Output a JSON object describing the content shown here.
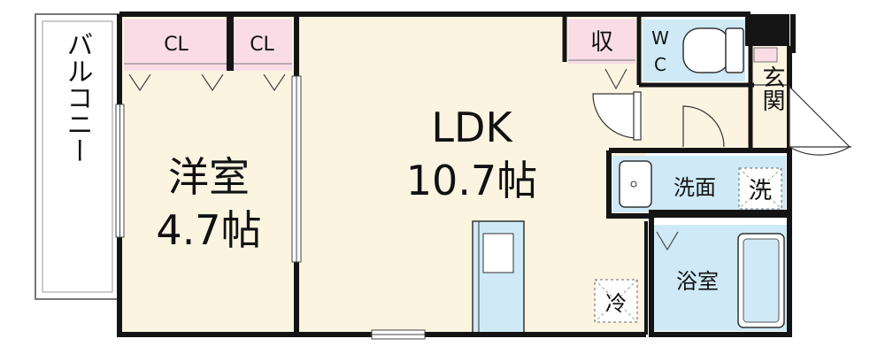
{
  "rooms": {
    "balcony": "バルコニー",
    "western_room": {
      "name": "洋室",
      "size": "4.7帖"
    },
    "ldk": {
      "name": "LDK",
      "size": "10.7帖"
    },
    "closet_label": "CL",
    "storage": "収",
    "toilet": "W\nC",
    "entrance": "玄関",
    "washroom": "洗面",
    "washer": "洗",
    "bathroom": "浴室",
    "fridge": "冷"
  },
  "colors": {
    "floor": "#fbf4e1",
    "closet": "#f9dce6",
    "water": "#cfeaf6",
    "wall": "#141414",
    "line": "#555555"
  }
}
